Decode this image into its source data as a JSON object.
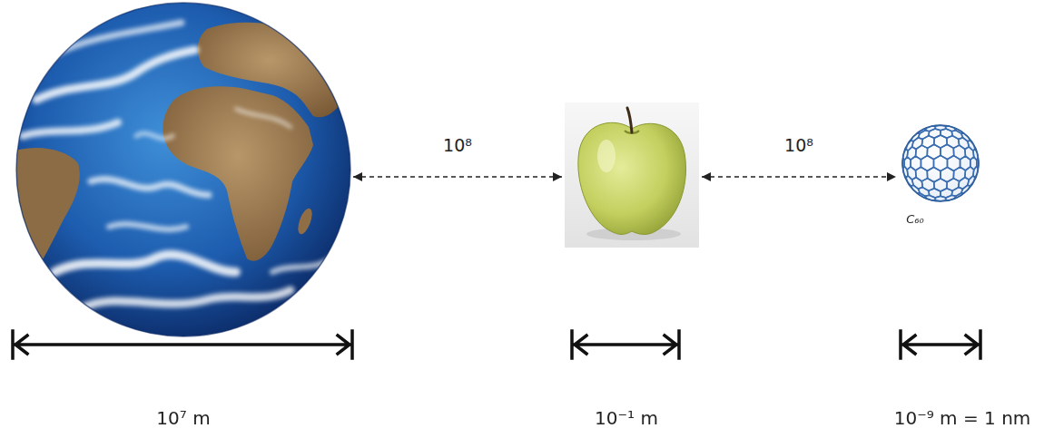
{
  "diagram": {
    "nodes": [
      {
        "text": [
          "10⁷ m"
        ]
      },
      {
        "text": [
          "10⁻¹ m"
        ]
      },
      {
        "text": [
          "C₆₀",
          "10⁻⁹ m = 1 nm"
        ]
      }
    ],
    "edges": [
      {
        "from": 0,
        "to": 1,
        "arrow": "both",
        "label": "10⁸"
      },
      {
        "from": 1,
        "to": 2,
        "arrow": "both",
        "label": "10⁸"
      }
    ]
  }
}
